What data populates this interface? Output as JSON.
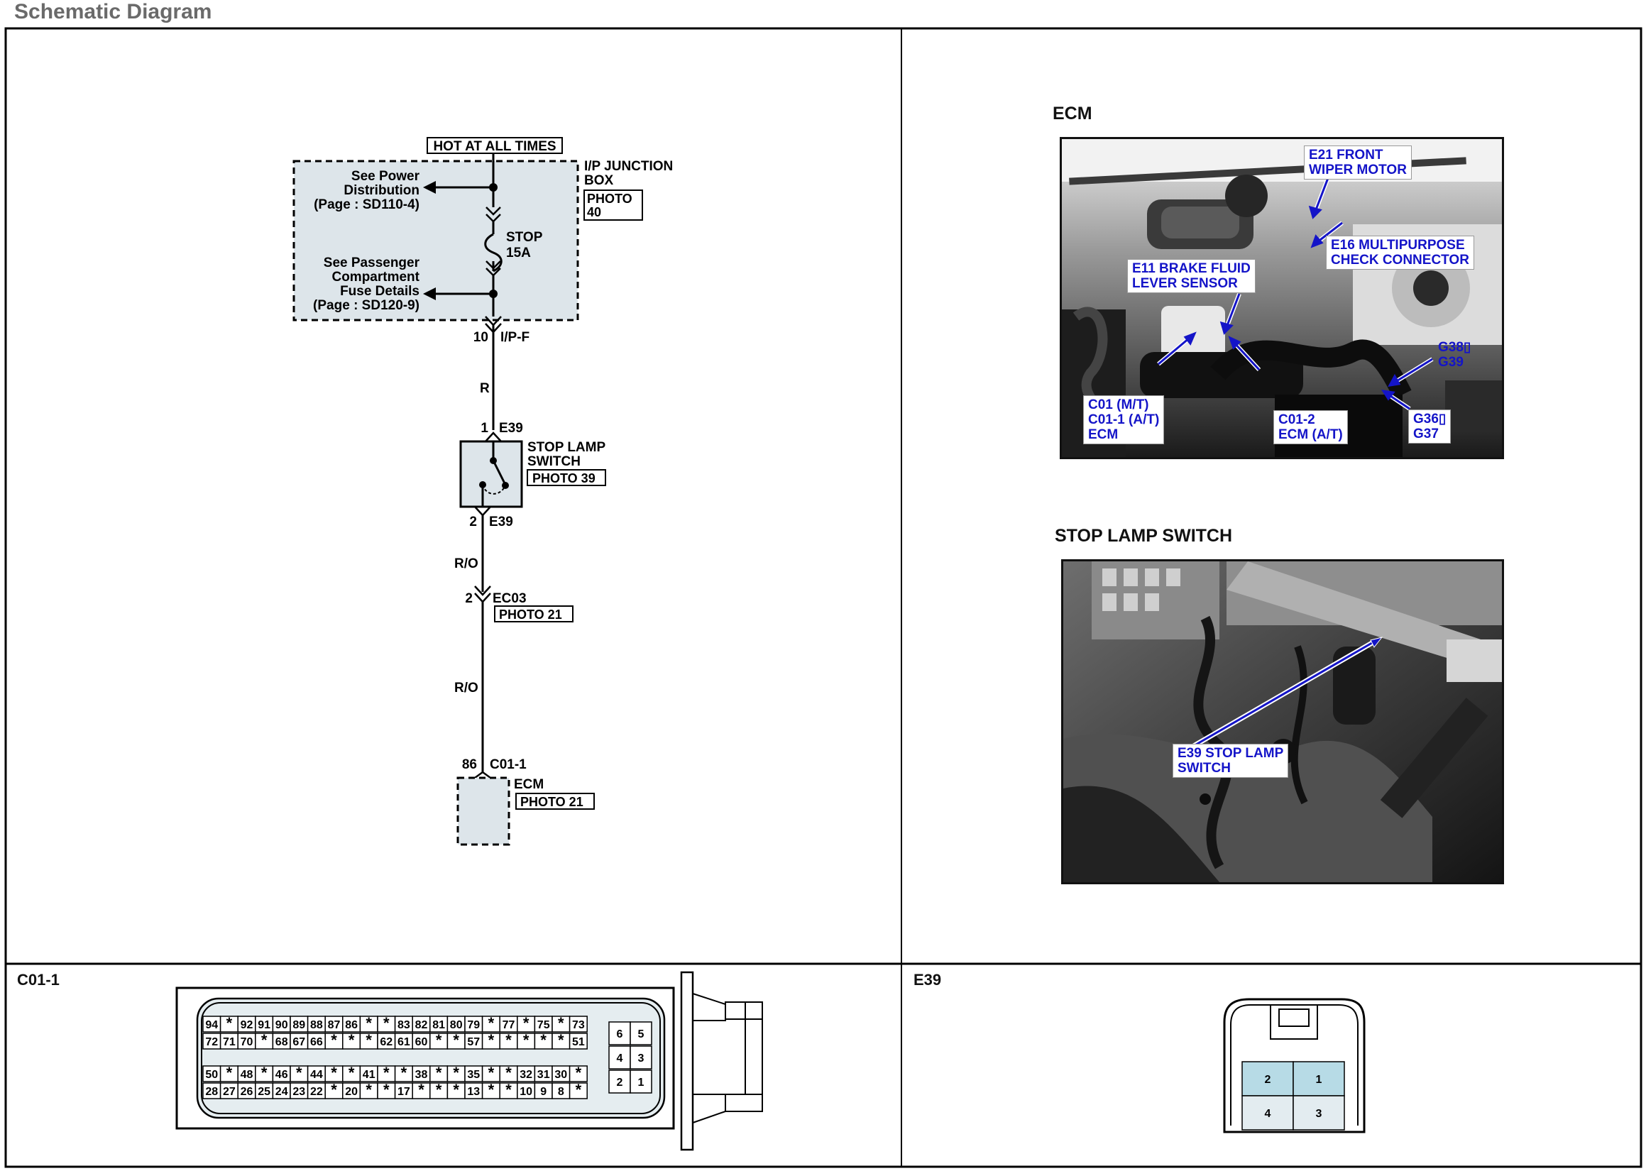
{
  "page": {
    "title": "Schematic Diagram"
  },
  "schematic": {
    "hot_label": "HOT AT ALL TIMES",
    "junction_box": {
      "name_line1": "I/P JUNCTION",
      "name_line2": "BOX",
      "photo_line1": "PHOTO",
      "photo_line2": "40"
    },
    "power_ref": {
      "line1": "See Power",
      "line2": "Distribution",
      "line3": "(Page  :  SD110-4)"
    },
    "fuse": {
      "name": "STOP",
      "rating": "15A"
    },
    "passenger_ref": {
      "line1": "See Passenger",
      "line2": "Compartment",
      "line3": "Fuse Details",
      "line4": "(Page  :  SD120-9)"
    },
    "ipf": {
      "pin": "10",
      "connector": "I/P-F"
    },
    "wire1": "R",
    "switch_in": {
      "pin": "1",
      "connector": "E39"
    },
    "switch": {
      "name_line1": "STOP LAMP",
      "name_line2": "SWITCH",
      "photo": "PHOTO 39"
    },
    "switch_out": {
      "pin": "2",
      "connector": "E39"
    },
    "wire2": "R/O",
    "ec03": {
      "pin": "2",
      "connector": "EC03",
      "photo": "PHOTO 21"
    },
    "wire3": "R/O",
    "c011": {
      "pin": "86",
      "connector": "C01-1"
    },
    "ecm": {
      "name": "ECM",
      "photo": "PHOTO 21"
    }
  },
  "photos": {
    "ecm": {
      "title": "ECM",
      "callouts": {
        "e21_l1": "E21 FRONT",
        "e21_l2": "WIPER MOTOR",
        "e16_l1": "E16 MULTIPURPOSE",
        "e16_l2": "CHECK CONNECTOR",
        "e11_l1": "E11 BRAKE FLUID",
        "e11_l2": "LEVER SENSOR",
        "g38_l1": "G38▯",
        "g38_l2": "G39",
        "c01_l1": "C01 (M/T)",
        "c01_l2": "C01-1 (A/T)",
        "c01_l3": "ECM",
        "c012_l1": "C01-2",
        "c012_l2": "ECM (A/T)",
        "g36_l1": "G36▯",
        "g36_l2": "G37"
      }
    },
    "stop_lamp": {
      "title": "STOP LAMP SWITCH",
      "callouts": {
        "e39_l1": "E39 STOP LAMP",
        "e39_l2": "SWITCH"
      }
    }
  },
  "connectors": {
    "c011": {
      "label": "C01-1",
      "row1": [
        "94",
        "*",
        "92",
        "91",
        "90",
        "89",
        "88",
        "87",
        "86",
        "*",
        "*",
        "83",
        "82",
        "81",
        "80",
        "79",
        "*",
        "77",
        "*",
        "75",
        "*",
        "73"
      ],
      "row2": [
        "72",
        "71",
        "70",
        "*",
        "68",
        "67",
        "66",
        "*",
        "*",
        "*",
        "62",
        "61",
        "60",
        "*",
        "*",
        "57",
        "*",
        "*",
        "*",
        "*",
        "*",
        "51"
      ],
      "row3": [
        "50",
        "*",
        "48",
        "*",
        "46",
        "*",
        "44",
        "*",
        "*",
        "41",
        "*",
        "*",
        "38",
        "*",
        "*",
        "35",
        "*",
        "*",
        "32",
        "31",
        "30",
        "*"
      ],
      "row4": [
        "28",
        "27",
        "26",
        "25",
        "24",
        "23",
        "22",
        "*",
        "20",
        "*",
        "*",
        "17",
        "*",
        "*",
        "*",
        "13",
        "*",
        "*",
        "10",
        "9",
        "8",
        "*"
      ],
      "small": [
        "6",
        "5",
        "4",
        "3",
        "2",
        "1"
      ]
    },
    "e39": {
      "label": "E39",
      "pins": [
        "2",
        "1",
        "4",
        "3"
      ]
    }
  }
}
